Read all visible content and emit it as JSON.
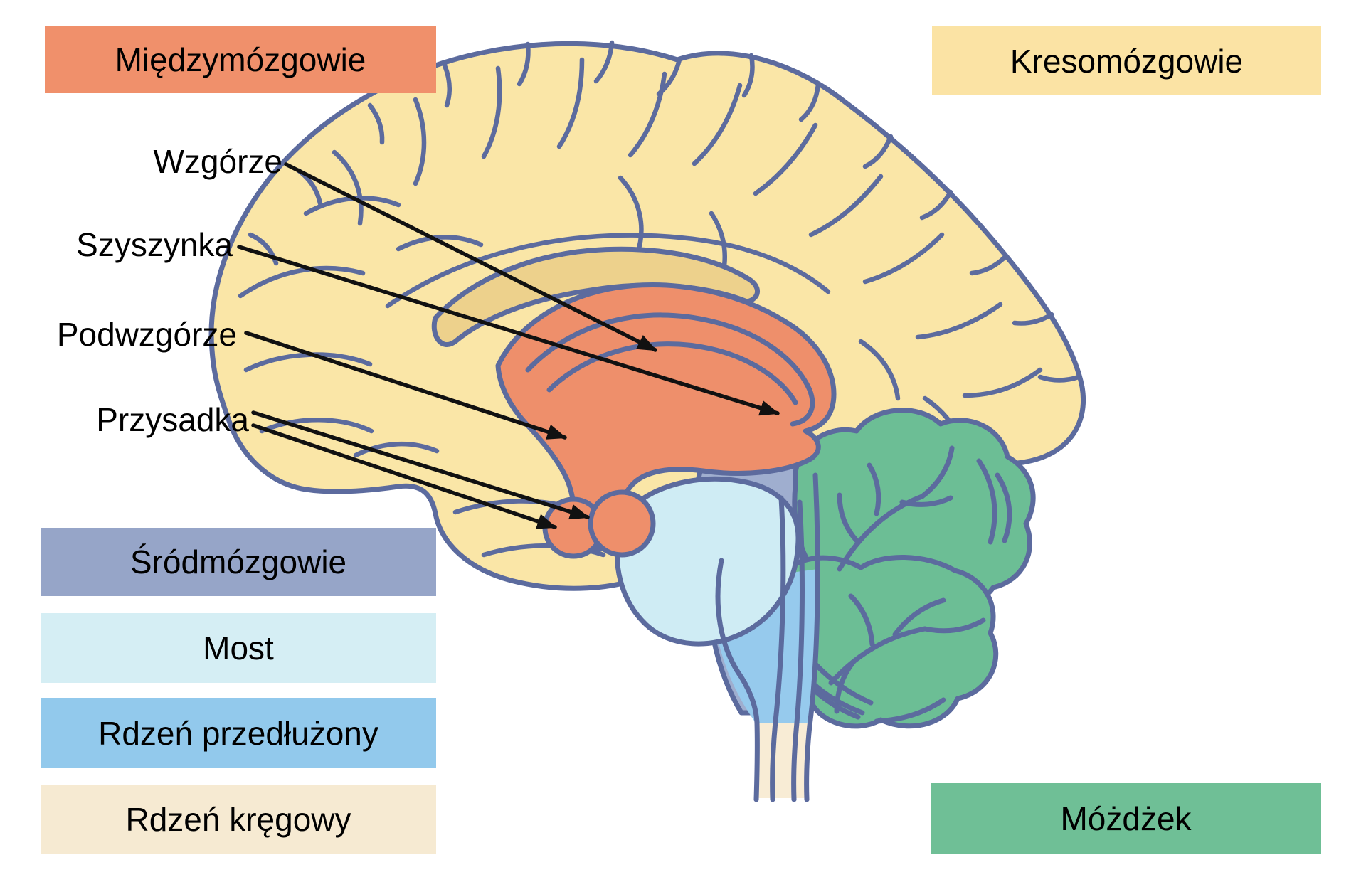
{
  "legend_boxes": {
    "miedzymozgowie": {
      "label": "Międzymózgowie",
      "color": "#f0906b"
    },
    "kresomozgowie": {
      "label": "Kresomózgowie",
      "color": "#fbe3a4"
    },
    "srodmozgowie": {
      "label": "Śródmózgowie",
      "color": "#96a5c8"
    },
    "most": {
      "label": "Most",
      "color": "#d5eef4"
    },
    "rdzen_przedluzony": {
      "label": "Rdzeń przedłużony",
      "color": "#92c9ec"
    },
    "rdzen_kregowy": {
      "label": "Rdzeń kręgowy",
      "color": "#f6ead2"
    },
    "mozdzek": {
      "label": "Móżdżek",
      "color": "#6fbf96"
    }
  },
  "pointer_labels": {
    "wzgorze": "Wzgórze",
    "szyszynka": "Szyszynka",
    "podwzgorze": "Podwzgórze",
    "przysadka": "Przysadka"
  },
  "brain_colors": {
    "outline": "#5c6b9e",
    "cerebrum": "#fae6a7",
    "corpus_callosum": "#edd18c",
    "diencephalon": "#ee8f6b",
    "midbrain": "#9faecf",
    "pons": "#cfecf4",
    "medulla": "#96caed",
    "spinal_cord": "#f8ecd5",
    "cerebellum": "#6cbe95",
    "arrow": "#111111"
  }
}
